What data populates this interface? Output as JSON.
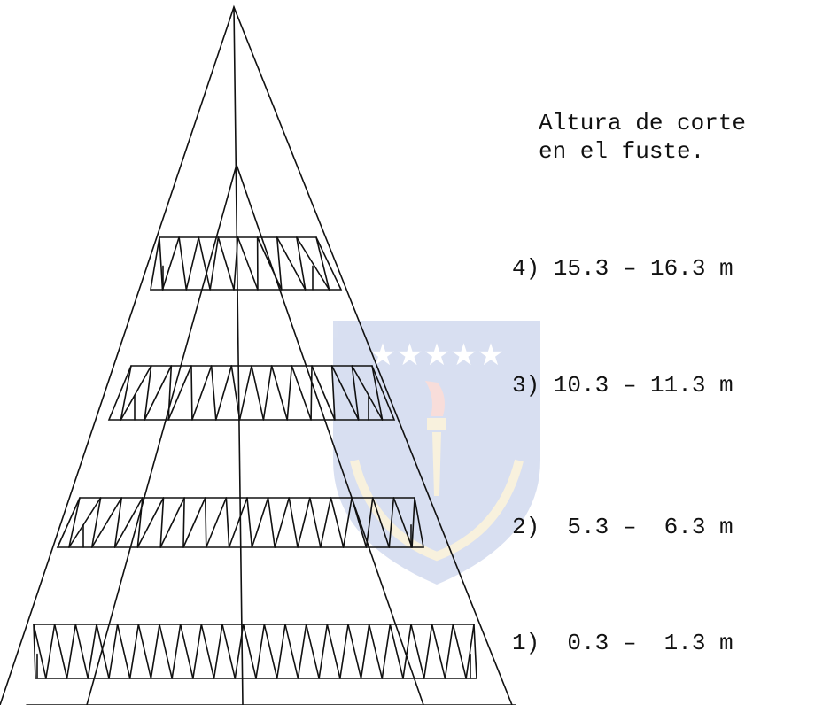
{
  "caption": {
    "line1": "Altura de corte",
    "line2": "en el fuste."
  },
  "levels": [
    {
      "id": 4,
      "label": "4) 15.3 – 16.3 m"
    },
    {
      "id": 3,
      "label": "3) 10.3 – 11.3 m"
    },
    {
      "id": 2,
      "label": "2)  5.3 –  6.3 m"
    },
    {
      "id": 1,
      "label": "1)  0.3 –  1.3 m"
    }
  ],
  "colors": {
    "line": "#111111",
    "watermark_blue": "#2f54b3",
    "watermark_gold": "#d9b44a",
    "watermark_red": "#d94a3a"
  },
  "watermark": {
    "icon": "university-shield-watermark"
  }
}
